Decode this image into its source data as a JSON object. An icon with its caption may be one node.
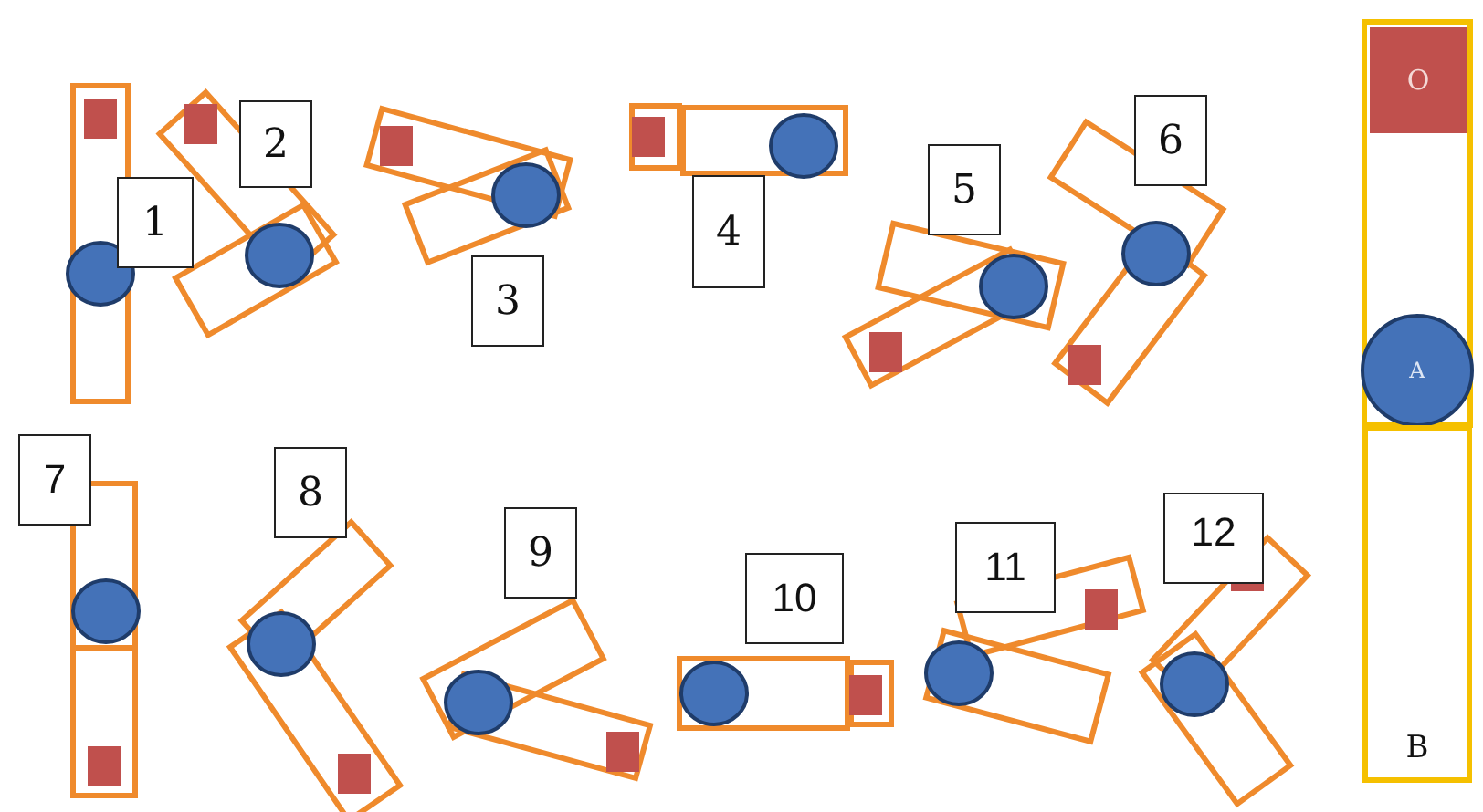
{
  "diagram": {
    "nodes": [
      {
        "text": [
          "1"
        ]
      },
      {
        "text": [
          "2"
        ]
      },
      {
        "text": [
          "3"
        ]
      },
      {
        "text": [
          "4"
        ]
      },
      {
        "text": [
          "5"
        ]
      },
      {
        "text": [
          "6"
        ]
      },
      {
        "text": [
          "7"
        ]
      },
      {
        "text": [
          "8"
        ]
      },
      {
        "text": [
          "9"
        ]
      },
      {
        "text": [
          "10"
        ]
      },
      {
        "text": [
          "11"
        ]
      },
      {
        "text": [
          "12"
        ]
      },
      {
        "text": [
          "O"
        ]
      },
      {
        "text": [
          "A"
        ]
      },
      {
        "text": [
          "B"
        ]
      }
    ]
  }
}
